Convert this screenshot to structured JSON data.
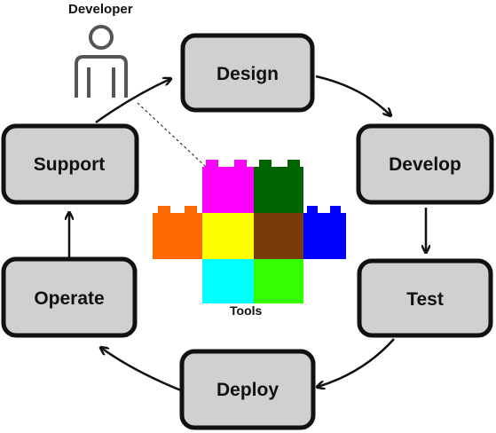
{
  "developer_label": "Developer",
  "tools_label": "Tools",
  "stages": {
    "design": "Design",
    "develop": "Develop",
    "test": "Test",
    "deploy": "Deploy",
    "operate": "Operate",
    "support": "Support"
  },
  "icons": {
    "developer": "person-icon",
    "tools": "lego-bricks-icon"
  },
  "colors": {
    "stage_fill": "#d0d0d0",
    "magenta": "#ff00ff",
    "dark_green": "#006400",
    "orange": "#ff6a00",
    "yellow": "#ffff00",
    "brown": "#7a3b0a",
    "blue": "#0000ff",
    "cyan": "#00ffff",
    "green": "#33ff00"
  }
}
